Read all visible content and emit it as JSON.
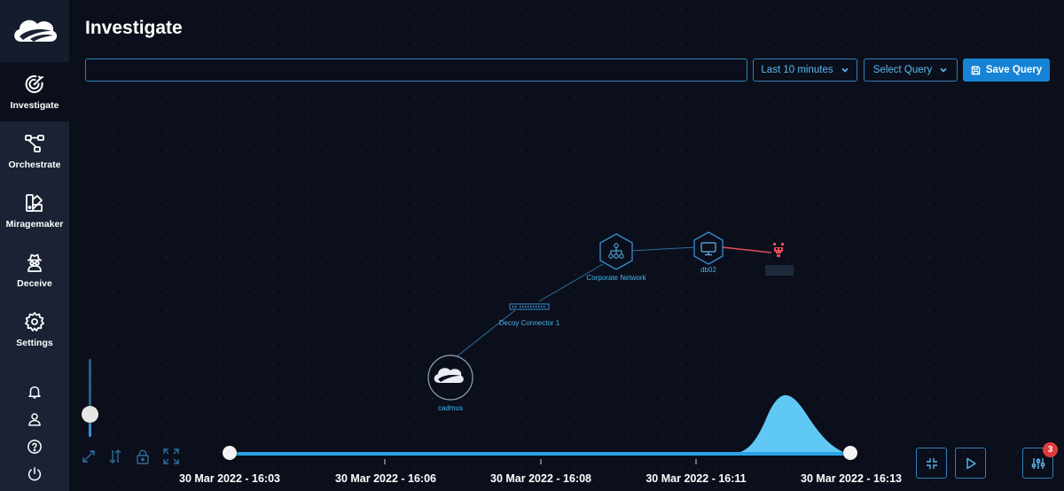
{
  "sidebar": {
    "logo_icon": "cloud-swoosh-logo",
    "items": [
      {
        "label": "Investigate",
        "icon": "target-icon",
        "active": true
      },
      {
        "label": "Orchestrate",
        "icon": "workflow-icon",
        "active": false
      },
      {
        "label": "Miragemaker",
        "icon": "palette-icon",
        "active": false
      },
      {
        "label": "Deceive",
        "icon": "spy-icon",
        "active": false
      },
      {
        "label": "Settings",
        "icon": "gear-icon",
        "active": false
      }
    ],
    "bottom_icons": [
      "bell-icon",
      "user-icon",
      "help-icon",
      "power-icon"
    ]
  },
  "header": {
    "title": "Investigate"
  },
  "toolbar": {
    "search_value": "",
    "time_range": "Last 10 minutes",
    "query_select": "Select Query",
    "save_label": "Save Query"
  },
  "graph": {
    "nodes": [
      {
        "id": "cadmus",
        "label": "cadmus",
        "icon": "cloud-swoosh-icon"
      },
      {
        "id": "decoy-connector-1",
        "label": "Decoy Connector 1",
        "icon": "network-switch-icon"
      },
      {
        "id": "corporate-network",
        "label": "Corporate Network",
        "icon": "network-hub-icon"
      },
      {
        "id": "db02",
        "label": "db02",
        "icon": "monitor-icon"
      },
      {
        "id": "attacker",
        "label": "",
        "icon": "attacker-icon"
      }
    ],
    "edges": [
      {
        "from": "cadmus",
        "to": "decoy-connector-1",
        "alert": false
      },
      {
        "from": "decoy-connector-1",
        "to": "corporate-network",
        "alert": false
      },
      {
        "from": "corporate-network",
        "to": "db02",
        "alert": false
      },
      {
        "from": "db02",
        "to": "attacker",
        "alert": true
      }
    ]
  },
  "graph_tools": [
    "expand-icon",
    "sort-vertical-icon",
    "lock-icon",
    "fit-screen-icon"
  ],
  "zoom": {
    "level": 0.3
  },
  "timeline": {
    "ticks": [
      "30 Mar 2022 - 16:03",
      "30 Mar 2022 - 16:06",
      "30 Mar 2022 - 16:08",
      "30 Mar 2022 - 16:11",
      "30 Mar 2022 - 16:13"
    ],
    "accent_color": "#5fc8f5"
  },
  "controls": {
    "collapse_icon": "collapse-icon",
    "play_icon": "play-icon",
    "filters_icon": "sliders-icon",
    "filters_badge": "3"
  },
  "colors": {
    "accent": "#1783d6",
    "node_blue": "#3a8fd0",
    "alert_red": "#e24d5a"
  }
}
